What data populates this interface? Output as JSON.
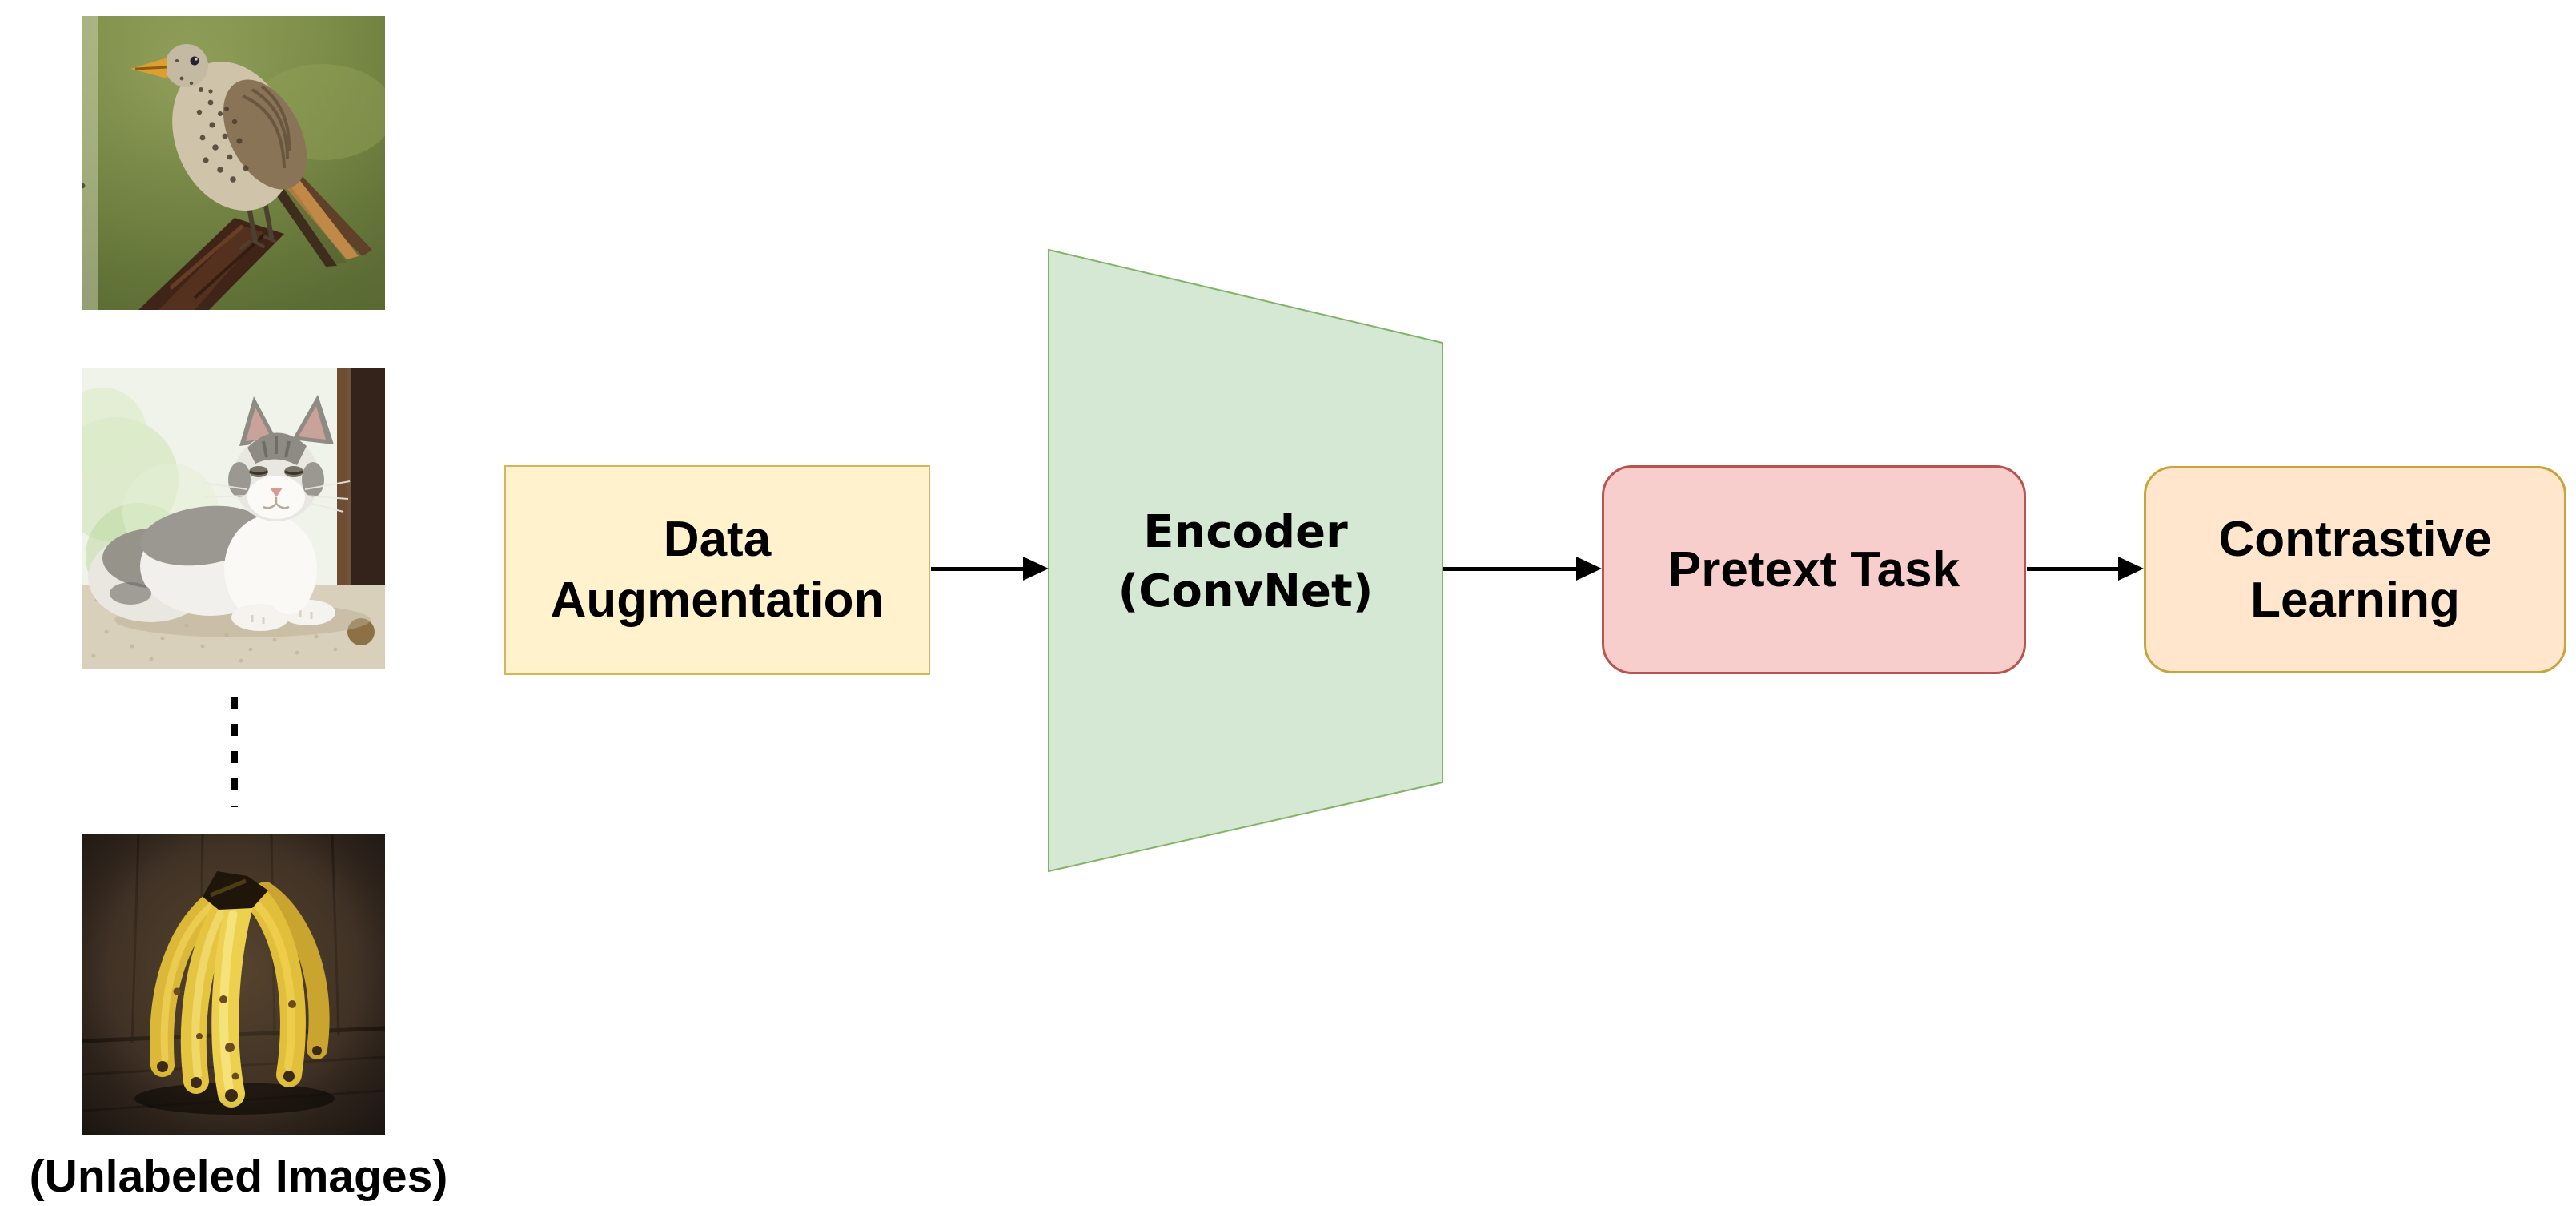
{
  "diagram": {
    "background": "#ffffff",
    "line_color": "#000000",
    "text_color": "#000000",
    "caption": "(Unlabeled Images)",
    "images": [
      {
        "id": "bird",
        "description": "speckled bird with orange beak perched on a wooden branch, green blurred background"
      },
      {
        "id": "cat",
        "description": "grey and white cat lying on a beige carpet in front of a bright window"
      },
      {
        "id": "bananas",
        "description": "bunch of ripe yellow bananas standing on a dark wooden table"
      }
    ],
    "nodes": [
      {
        "id": "data-augmentation",
        "label": "Data\nAugmentation",
        "shape": "rectangle",
        "fill": "#fff2cc",
        "stroke": "#d6b656"
      },
      {
        "id": "encoder",
        "label": "Encoder\n(ConvNet)",
        "shape": "trapezoid",
        "fill": "#d5e8d4",
        "stroke": "#82b366"
      },
      {
        "id": "pretext-task",
        "label": "Pretext Task",
        "shape": "rounded-rectangle",
        "fill": "#f8cecc",
        "stroke": "#b85450"
      },
      {
        "id": "contrastive-learning",
        "label": "Contrastive\nLearning",
        "shape": "rounded-rectangle",
        "fill": "#ffe6cc",
        "stroke": "#c9a43d"
      }
    ],
    "edges": [
      {
        "from": "data-augmentation",
        "to": "encoder"
      },
      {
        "from": "encoder",
        "to": "pretext-task"
      },
      {
        "from": "pretext-task",
        "to": "contrastive-learning"
      }
    ]
  }
}
